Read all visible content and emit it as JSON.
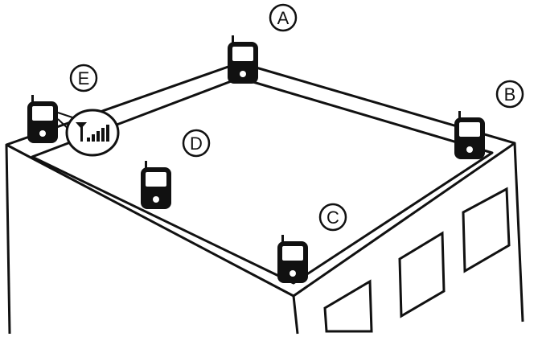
{
  "diagram": {
    "labels": {
      "a": "A",
      "b": "B",
      "c": "C",
      "d": "D",
      "e": "E"
    },
    "colors": {
      "line": "#111111",
      "phone_body": "#111111",
      "phone_screen": "#ffffff",
      "background": "#ffffff"
    },
    "icons": [
      "mobile-phone-icon",
      "signal-strength-icon"
    ]
  }
}
